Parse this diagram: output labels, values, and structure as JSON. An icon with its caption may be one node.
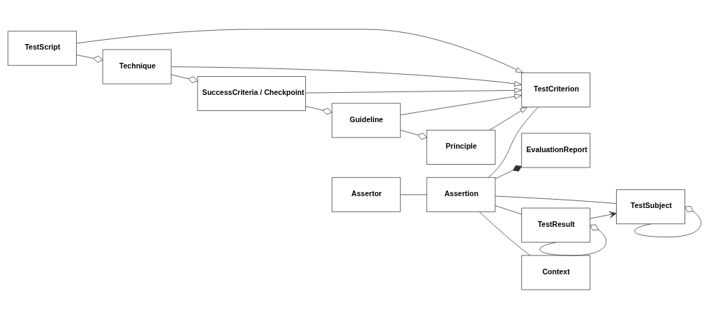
{
  "diagram": {
    "nodes": [
      {
        "text": [
          "EvaluationReport"
        ]
      },
      {
        "text": [
          "TestCriterion"
        ]
      },
      {
        "text": [
          "Principle"
        ]
      },
      {
        "text": [
          "Assertor"
        ]
      },
      {
        "text": [
          "Assertion"
        ]
      },
      {
        "text": [
          "TestSubject"
        ]
      },
      {
        "text": [
          "Guideline"
        ]
      },
      {
        "text": [
          "SuccessCriteria / Checkpoint"
        ]
      },
      {
        "text": [
          "TestResult"
        ]
      },
      {
        "text": [
          "Technique"
        ]
      },
      {
        "text": [
          "Context"
        ]
      },
      {
        "text": [
          "TestScript"
        ]
      }
    ],
    "edges": [
      {
        "from": 4,
        "to": 0,
        "arrow": "other"
      },
      {
        "from": 4,
        "to": 1,
        "arrow": "none"
      },
      {
        "from": 2,
        "to": 1,
        "arrow": "to"
      },
      {
        "from": 6,
        "to": 1,
        "arrow": "to"
      },
      {
        "from": 7,
        "to": 1,
        "arrow": "to"
      },
      {
        "from": 9,
        "to": 1,
        "arrow": "to"
      },
      {
        "from": 11,
        "to": 1,
        "arrow": "to"
      },
      {
        "from": 3,
        "to": 4,
        "arrow": "none"
      },
      {
        "from": 4,
        "to": 5,
        "arrow": "none"
      },
      {
        "from": 5,
        "to": 5,
        "arrow": "other"
      },
      {
        "from": 4,
        "to": 8,
        "arrow": "none"
      },
      {
        "from": 8,
        "to": 5,
        "arrow": "to"
      },
      {
        "from": 8,
        "to": 8,
        "arrow": "other"
      },
      {
        "from": 4,
        "to": 10,
        "arrow": "none"
      },
      {
        "from": 6,
        "to": 2,
        "arrow": "other"
      },
      {
        "from": 7,
        "to": 6,
        "arrow": "other"
      },
      {
        "from": 9,
        "to": 7,
        "arrow": "other"
      },
      {
        "from": 11,
        "to": 9,
        "arrow": "other"
      }
    ]
  }
}
